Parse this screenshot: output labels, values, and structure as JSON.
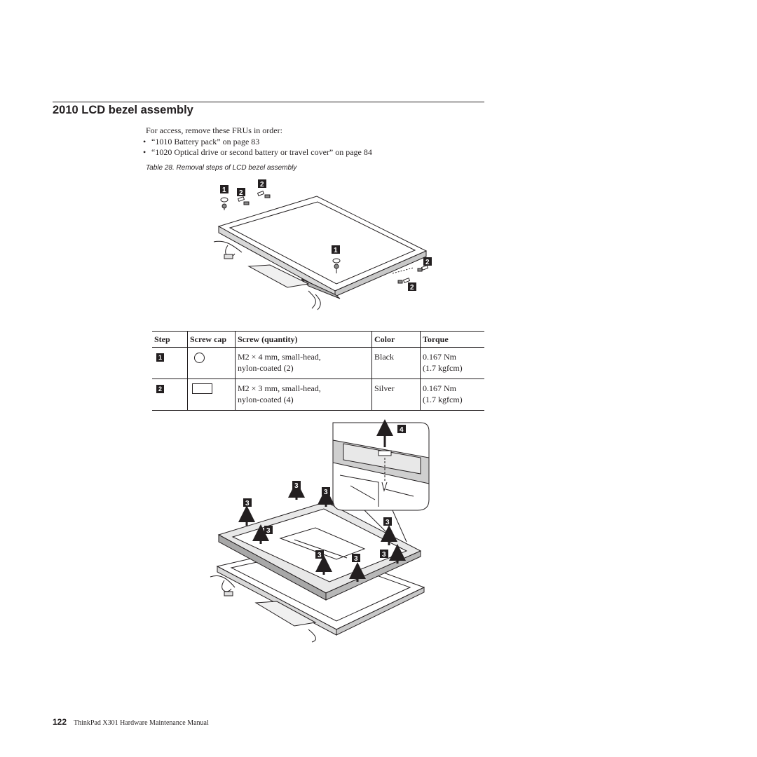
{
  "header": {
    "title": "2010 LCD bezel assembly"
  },
  "intro": {
    "text": "For access, remove these FRUs in order:",
    "items": [
      "“1010 Battery pack” on page 83",
      "“1020 Optical drive or second battery or travel cover” on page 84"
    ]
  },
  "table_caption": "Table 28. Removal steps of LCD bezel assembly",
  "figure1": {
    "callouts": [
      "1",
      "2",
      "2",
      "1",
      "2",
      "2"
    ]
  },
  "spec_table": {
    "headers": [
      "Step",
      "Screw cap",
      "Screw (quantity)",
      "Color",
      "Torque"
    ],
    "rows": [
      {
        "step": "1",
        "cap": "round",
        "screw_line1": "M2 × 4 mm, small-head,",
        "screw_line2": "nylon-coated (2)",
        "color": "Black",
        "torque_line1": "0.167 Nm",
        "torque_line2": "(1.7 kgfcm)"
      },
      {
        "step": "2",
        "cap": "rectangular",
        "screw_line1": "M2 × 3 mm, small-head,",
        "screw_line2": "nylon-coated (4)",
        "color": "Silver",
        "torque_line1": "0.167 Nm",
        "torque_line2": "(1.7 kgfcm)"
      }
    ]
  },
  "figure2": {
    "callouts": [
      "4",
      "3",
      "3",
      "3",
      "3",
      "3",
      "3",
      "3",
      "3"
    ]
  },
  "footer": {
    "page_number": "122",
    "manual_title": "ThinkPad X301 Hardware Maintenance Manual"
  }
}
